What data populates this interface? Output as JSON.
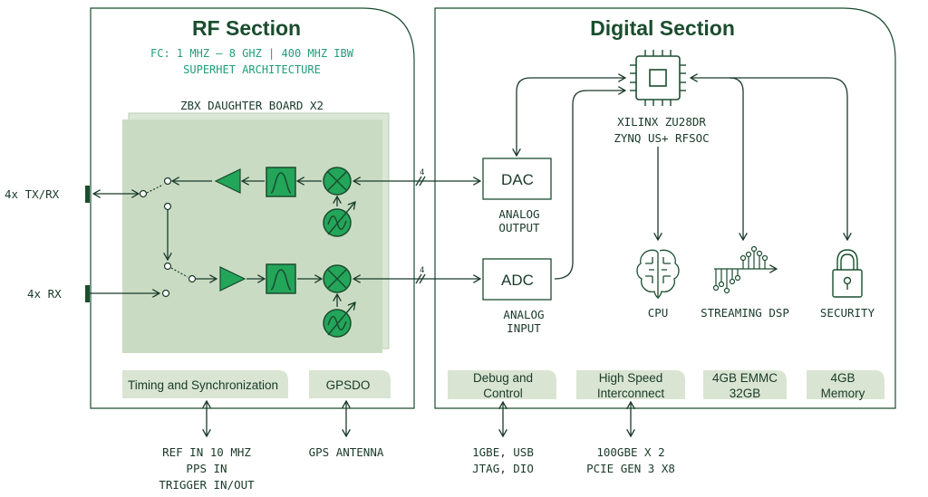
{
  "rf_section": {
    "title": "RF Section",
    "spec_line1": "FC: 1 MHZ – 8 GHZ | 400 MHZ IBW",
    "spec_line2": "SUPERHET ARCHITECTURE",
    "daughterboard_label": "ZBX DAUGHTER BOARD X2",
    "tab_timing": "Timing and Synchronization",
    "tab_gpsdo": "GPSDO"
  },
  "digital_section": {
    "title": "Digital Section",
    "fpga_line1": "XILINX ZU28DR",
    "fpga_line2": "ZYNQ US+ RFSOC",
    "dac_label": "DAC",
    "adc_label": "ADC",
    "analog_output_line1": "ANALOG",
    "analog_output_line2": "OUTPUT",
    "analog_input_line1": "ANALOG",
    "analog_input_line2": "INPUT",
    "cpu_label": "CPU",
    "dsp_label": "STREAMING DSP",
    "security_label": "SECURITY",
    "tab_debug_line1": "Debug and",
    "tab_debug_line2": "Control",
    "tab_interconnect_line1": "High Speed",
    "tab_interconnect_line2": "Interconnect",
    "tab_emmc_line1": "4GB EMMC",
    "tab_emmc_line2": "32GB",
    "tab_memory_line1": "4GB",
    "tab_memory_line2": "Memory"
  },
  "ports": {
    "txrx": "4x TX/RX",
    "rx": "4x RX",
    "bus_width_1": "4",
    "bus_width_2": "4"
  },
  "bottom": {
    "timing_line1": "REF IN 10 MHZ",
    "timing_line2": "PPS IN",
    "timing_line3": "TRIGGER IN/OUT",
    "gps": "GPS ANTENNA",
    "debug_line1": "1GBE, USB",
    "debug_line2": "JTAG, DIO",
    "hs_line1": "100GBE X 2",
    "hs_line2": "PCIE GEN 3 X8"
  },
  "colors": {
    "dark_green": "#1a4d2e",
    "teal_text": "#1f9e7a",
    "component_green": "#23a55a",
    "board_fill": "#c9dcc3",
    "tab_fill": "#d9e5d2"
  },
  "icons": [
    "amplifier-icon",
    "filter-icon",
    "mixer-icon",
    "oscillator-icon",
    "switch-icon",
    "chip-icon",
    "brain-icon",
    "dsp-icon",
    "lock-icon"
  ]
}
